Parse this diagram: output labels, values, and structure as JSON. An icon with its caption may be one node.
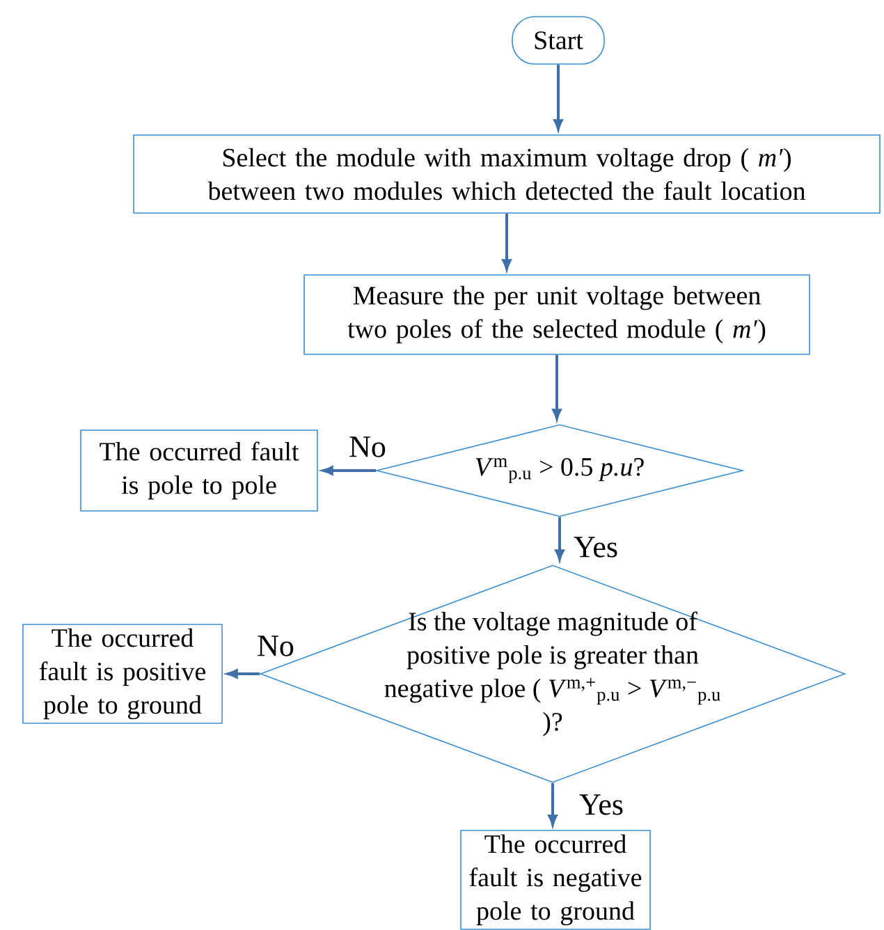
{
  "diagram": {
    "nodes": [
      {
        "text": [
          "Start"
        ]
      },
      {
        "text": [
          "Select the module with maximum voltage drop ( *m′*) between two modules which detected the fault location"
        ]
      },
      {
        "text": [
          "Measure the per unit voltage between two poles of the selected module ( *m′*)"
        ]
      },
      {
        "text": [
          "*V*$^{m}$$_{p.u}$ > 0.5 *p.u*?"
        ]
      },
      {
        "text": [
          "The occurred fault is pole to pole"
        ]
      },
      {
        "text": [
          "Is the voltage magnitude of positive pole is greater than negative ploe ( *V*$^{m,+}$$_{p.u}$ > *V*$^{m,−}$$_{p.u}$ )?"
        ]
      },
      {
        "text": [
          "The occurred fault is positive pole to ground"
        ]
      },
      {
        "text": [
          "The occurred fault is negative pole to ground"
        ]
      }
    ],
    "edges": [
      {
        "from": 0,
        "to": 1,
        "arrow": "to"
      },
      {
        "from": 1,
        "to": 2,
        "arrow": "to"
      },
      {
        "from": 2,
        "to": 3,
        "arrow": "to"
      },
      {
        "from": 3,
        "to": 4,
        "arrow": "to",
        "label": "No"
      },
      {
        "from": 3,
        "to": 5,
        "arrow": "to",
        "label": "Yes"
      },
      {
        "from": 5,
        "to": 6,
        "arrow": "to",
        "label": "No"
      },
      {
        "from": 5,
        "to": 7,
        "arrow": "to",
        "label": "Yes"
      }
    ]
  }
}
